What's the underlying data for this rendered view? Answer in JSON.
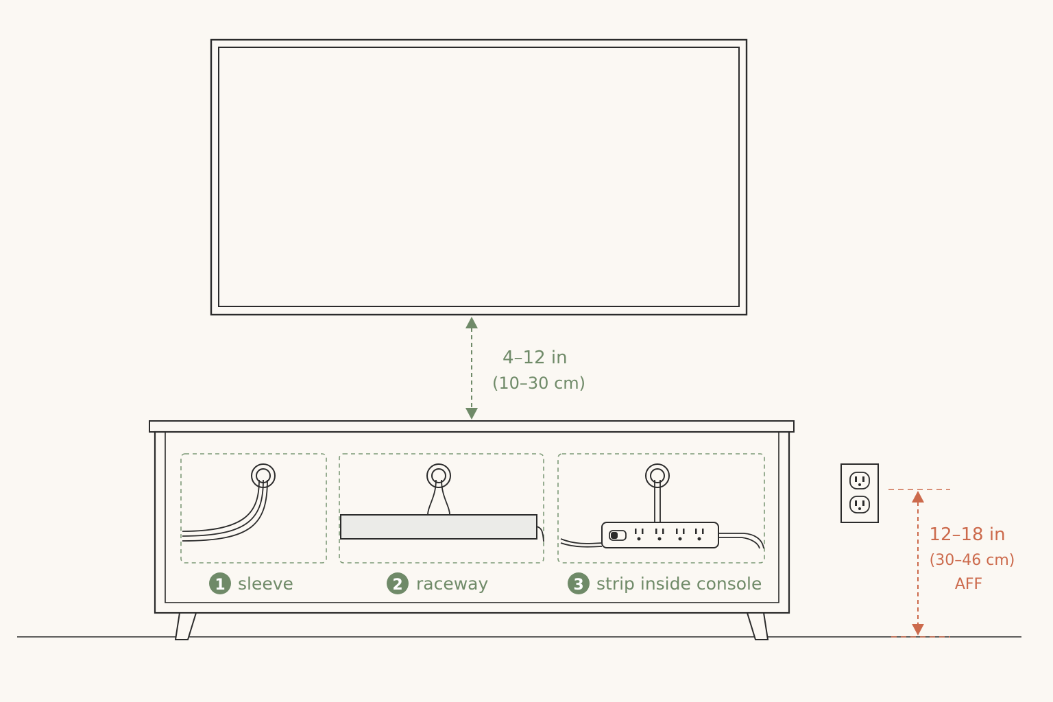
{
  "colors": {
    "background": "#fbf8f3",
    "line": "#2b2b2b",
    "green": "#6f8a68",
    "orange": "#cc6a4c",
    "raceway_fill": "#ebebe8"
  },
  "gap_dimension": {
    "primary": "4–12 in",
    "secondary": "(10–30 cm)"
  },
  "outlet_dimension": {
    "primary": "12–18 in",
    "secondary": "(30–46 cm)",
    "tertiary": "AFF"
  },
  "options": [
    {
      "number": "1",
      "label": "sleeve"
    },
    {
      "number": "2",
      "label": "raceway"
    },
    {
      "number": "3",
      "label": "strip inside console"
    }
  ],
  "icons": {
    "outlet": "wall-outlet-icon",
    "grommet": "grommet-icon",
    "power_strip": "power-strip-icon"
  }
}
